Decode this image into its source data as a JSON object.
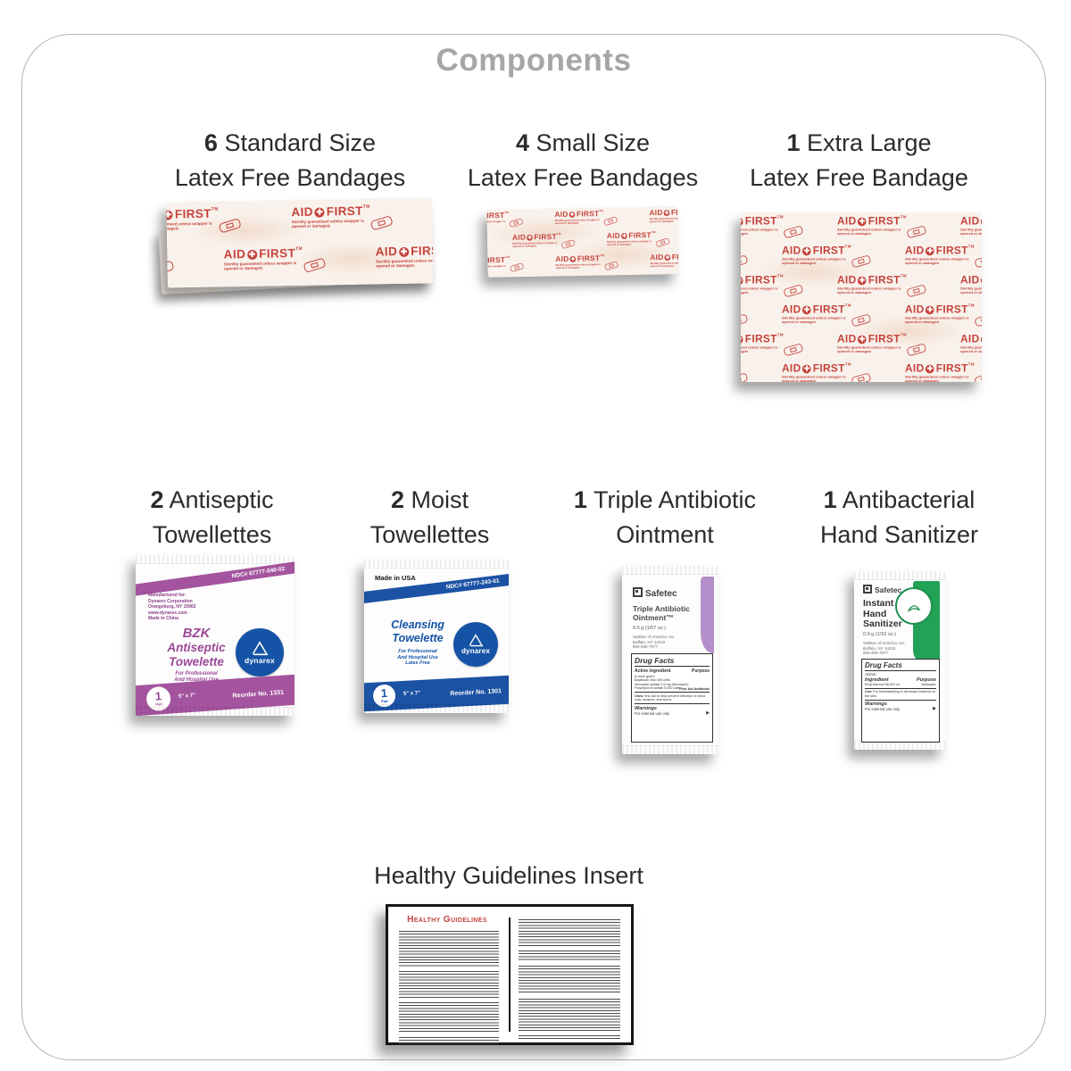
{
  "header": {
    "title": "Components"
  },
  "components": [
    {
      "qty": "6",
      "name1": "Standard Size",
      "name2": "Latex Free Bandages"
    },
    {
      "qty": "4",
      "name1": "Small Size",
      "name2": "Latex Free Bandages"
    },
    {
      "qty": "1",
      "name1": "Extra Large",
      "name2": "Latex Free Bandage"
    },
    {
      "qty": "2",
      "name1": "Antiseptic",
      "name2": "Towellettes"
    },
    {
      "qty": "2",
      "name1": "Moist",
      "name2": "Towellettes"
    },
    {
      "qty": "1",
      "name1": "Triple Antibiotic",
      "name2": "Ointment"
    },
    {
      "qty": "1",
      "name1": "Antibacterial",
      "name2": "Hand Sanitizer"
    }
  ],
  "bandage_wrapper": {
    "brand_aid": "AID",
    "brand_first": "FIRST",
    "tm": "TM",
    "sterility1": "Sterility guaranteed unless wrapper is",
    "sterility2": "opened or damaged."
  },
  "antiseptic": {
    "ndc": "NDC# 67777-040-02",
    "mfr": [
      "Manufactured for:",
      "Dynarex Corporation",
      "Orangeburg, NY 10962",
      "www.dynarex.com",
      "Made in China"
    ],
    "product": [
      "BZK",
      "Antiseptic",
      "Towelette"
    ],
    "use": [
      "For Professional",
      "And Hospital Use"
    ],
    "brand": "dynarex",
    "pad_count": "1",
    "pad_label": "Pad",
    "size": "5\" x 7\"",
    "reorder": "Reorder No. 1331"
  },
  "moist": {
    "made_in": "Made in USA",
    "ndc": "NDC# 67777-243-01",
    "product": [
      "Cleansing",
      "Towelette"
    ],
    "use": [
      "For Professional",
      "And Hospital Use",
      "Latex Free"
    ],
    "brand": "dynarex",
    "pad_count": "1",
    "pad_label": "Pad",
    "size": "5\" x 7\"",
    "reorder": "Reorder No. 1301"
  },
  "ointment": {
    "brand": "Safetec",
    "name": [
      "Triple Antibiotic",
      "Ointment™"
    ],
    "weight": "0.5 g (1/57 oz.)",
    "address": [
      "Safetec of America, Inc.",
      "Buffalo, NY 14215",
      "800-456-7077"
    ],
    "df": {
      "title": "Drug Facts",
      "active": "Active ingredient",
      "purpose": "Purpose",
      "ing": [
        "In each gram:",
        "Bacitracin zinc 400 units",
        "Neomycin sulfate 3.5 mg (Neomycin)",
        "Polymyxin B sulfate 5,000 units"
      ],
      "purpose_value": "First Aid Antibiotic",
      "uses_label": "Uses:",
      "uses_text": "first aid to help prevent infection in minor cuts, scrapes, and burns",
      "warn_label": "Warnings",
      "warn_text": "For external use only",
      "arrow": "▶"
    }
  },
  "sanitizer": {
    "brand": "Safetec",
    "name": [
      "Instant",
      "Hand",
      "Sanitizer"
    ],
    "weight": "0.9 g (1/32 oz.)",
    "address": [
      "Safetec of America, Inc.",
      "Buffalo, NY 14215",
      "800-456-7077"
    ],
    "df": {
      "title": "Drug Facts",
      "active": "Active",
      "ingredient": "Ingredient",
      "purpose": "Purpose",
      "ing": "Ethyl Alcohol 66.5% v/v",
      "purpose_value": "Antiseptic",
      "uses_label": "Use:",
      "uses_text": "For handwashing to decrease bacteria on the skin",
      "warn_label": "Warnings",
      "warn_text": "For external use only",
      "arrow": "▶"
    }
  },
  "insert": {
    "label": "Healthy Guidelines Insert",
    "card_title": "Healthy Guidelines"
  },
  "colors": {
    "accent_red": "#c5433c",
    "magenta": "#a4549e",
    "blue": "#1b52a3",
    "green": "#21a257",
    "stripe_purple": "#b48fc9",
    "title_gray": "#a6a6a6"
  }
}
